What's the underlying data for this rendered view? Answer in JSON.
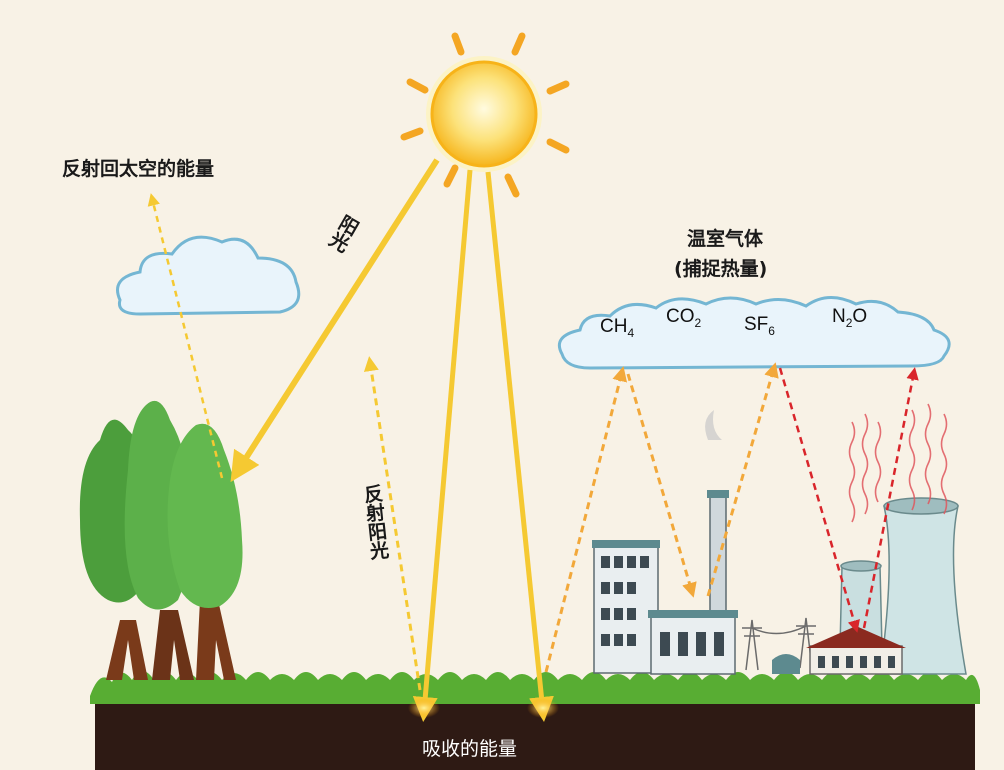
{
  "labels": {
    "reflected_to_space": "反射回太空的能量",
    "sunlight": "阳光",
    "reflected_sunlight": "反射阳光",
    "greenhouse_gas_title": "温室气体",
    "greenhouse_gas_subtitle": "(捕捉热量)",
    "absorbed_energy": "吸收的能量"
  },
  "gases": [
    {
      "base": "CH",
      "sub": "4",
      "tail": ""
    },
    {
      "base": "CO",
      "sub": "2",
      "tail": ""
    },
    {
      "base": "SF",
      "sub": "6",
      "tail": ""
    },
    {
      "base": "N",
      "sub": "2",
      "tail": "O"
    }
  ],
  "colors": {
    "background": "#f8f2e6",
    "sun": "#f7c21d",
    "sun_rays": "#f4a623",
    "sunlight_arrow": "#f5c932",
    "reflection_arrow": "#f2a83a",
    "heat_arrow": "#d9252b",
    "ground": "#2e1a14",
    "grass": "#58ad33",
    "cloud": "#e9f4fb",
    "tree": "#4c9e3c",
    "building": "#e9eef0"
  },
  "icons": [
    "sun-icon",
    "cloud-icon",
    "tree-icon",
    "factory-icon",
    "cooling-tower-icon",
    "power-pylon-icon"
  ]
}
